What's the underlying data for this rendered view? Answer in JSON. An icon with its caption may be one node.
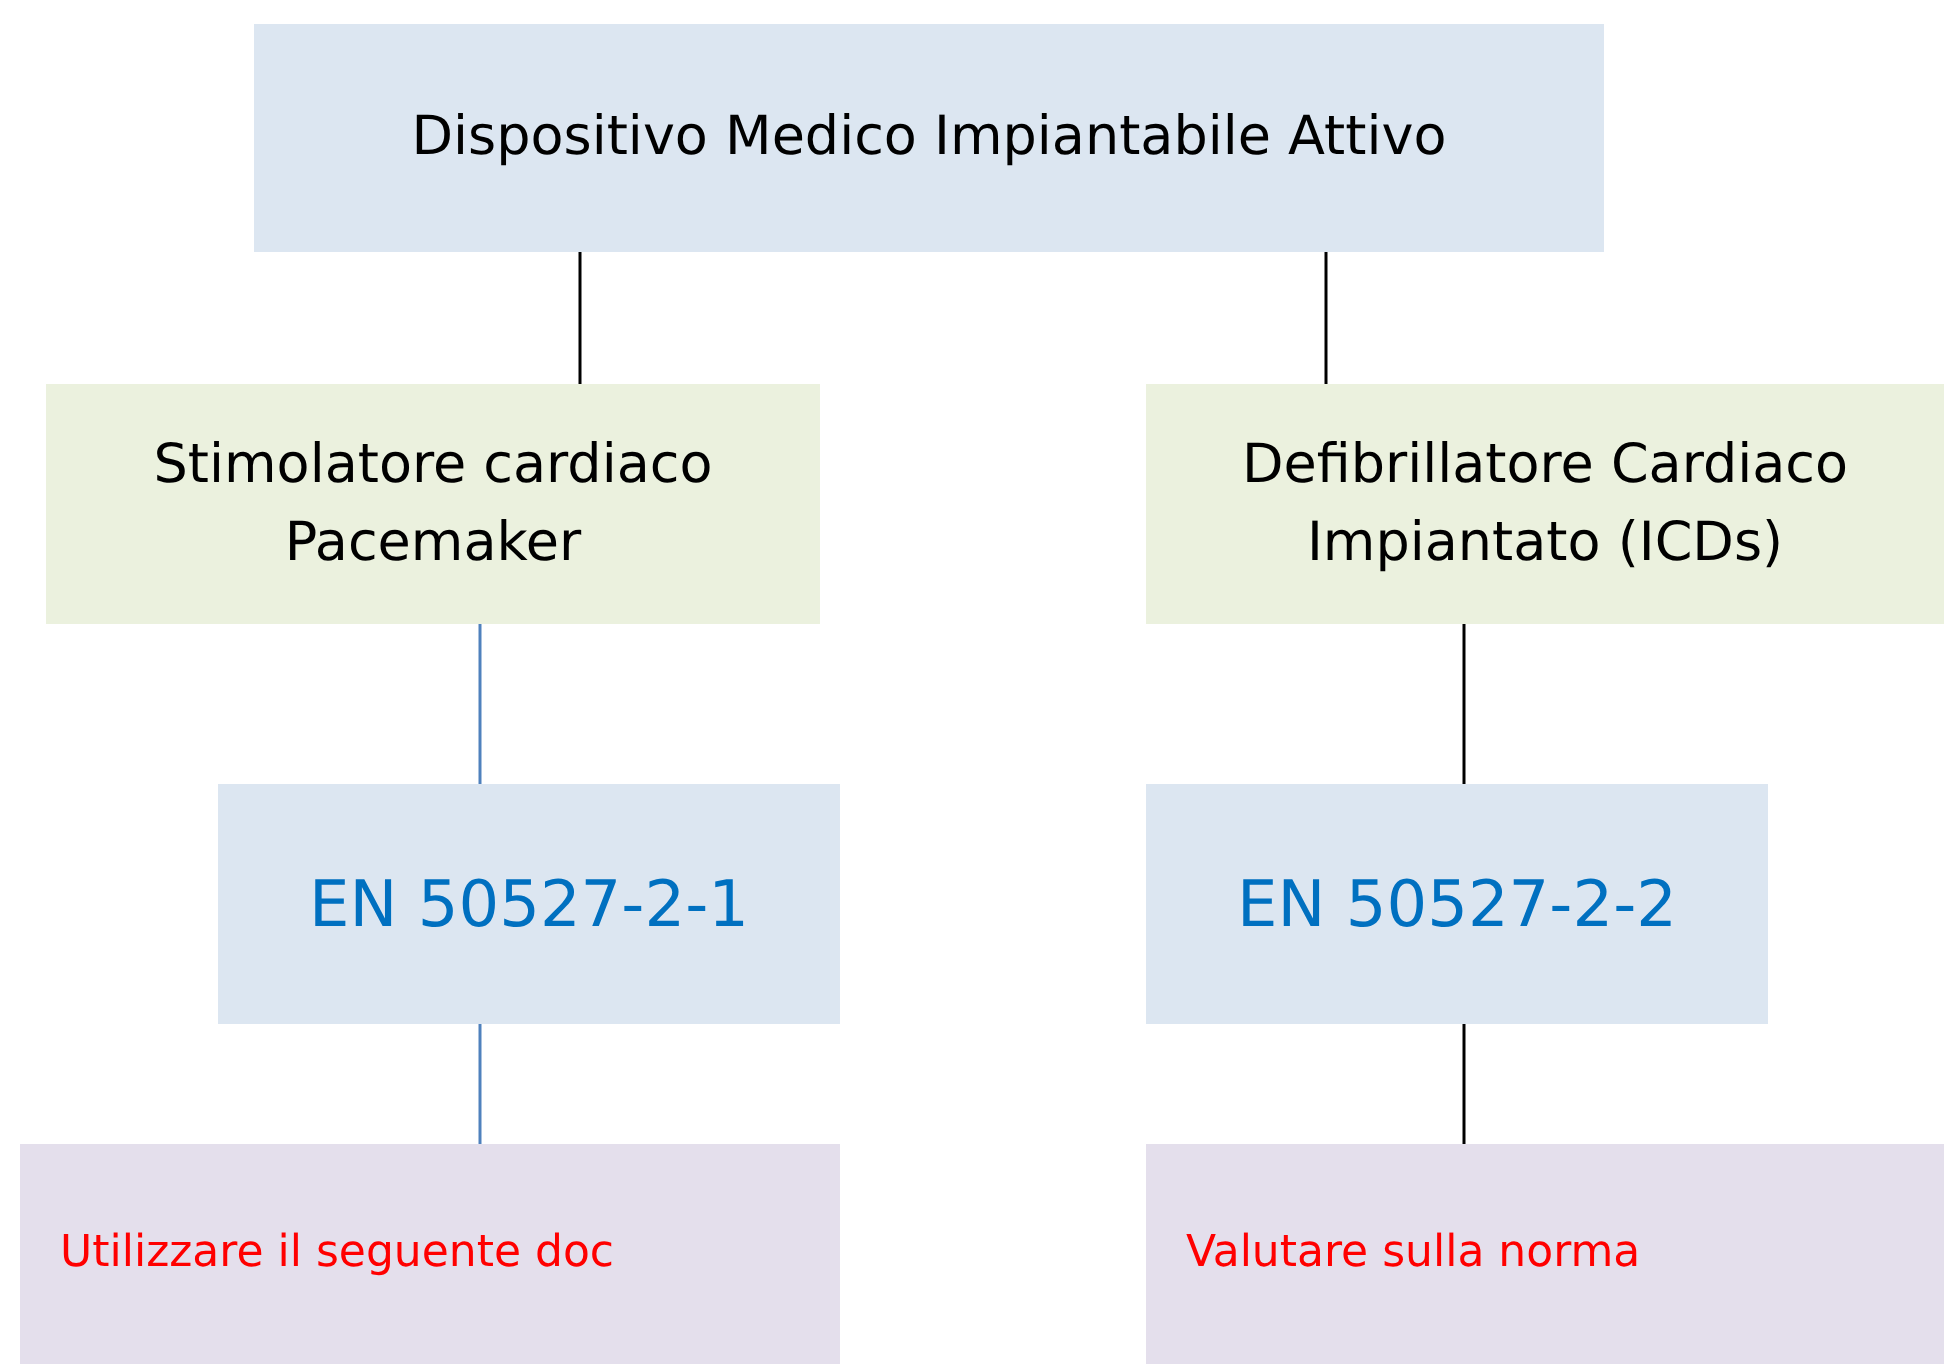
{
  "diagram": {
    "nodes": [
      {
        "text": [
          "Dispositivo Medico Impiantabile Attivo"
        ]
      },
      {
        "text": [
          "Stimolatore cardiaco Pacemaker"
        ]
      },
      {
        "text": [
          "Defibrillatore Cardiaco Impiantato (ICDs)"
        ]
      },
      {
        "text": [
          "EN 50527-2-1"
        ]
      },
      {
        "text": [
          "EN 50527-2-2"
        ]
      },
      {
        "text": [
          "Utilizzare il seguente doc"
        ]
      },
      {
        "text": [
          "Valutare sulla norma"
        ]
      }
    ],
    "edges": [
      {
        "from": 0,
        "to": 1,
        "arrow": "none"
      },
      {
        "from": 0,
        "to": 2,
        "arrow": "none"
      },
      {
        "from": 1,
        "to": 3,
        "arrow": "none",
        "color": "#4f81bd"
      },
      {
        "from": 2,
        "to": 4,
        "arrow": "none"
      },
      {
        "from": 3,
        "to": 5,
        "arrow": "none",
        "color": "#4f81bd"
      },
      {
        "from": 4,
        "to": 6,
        "arrow": "none"
      }
    ]
  }
}
